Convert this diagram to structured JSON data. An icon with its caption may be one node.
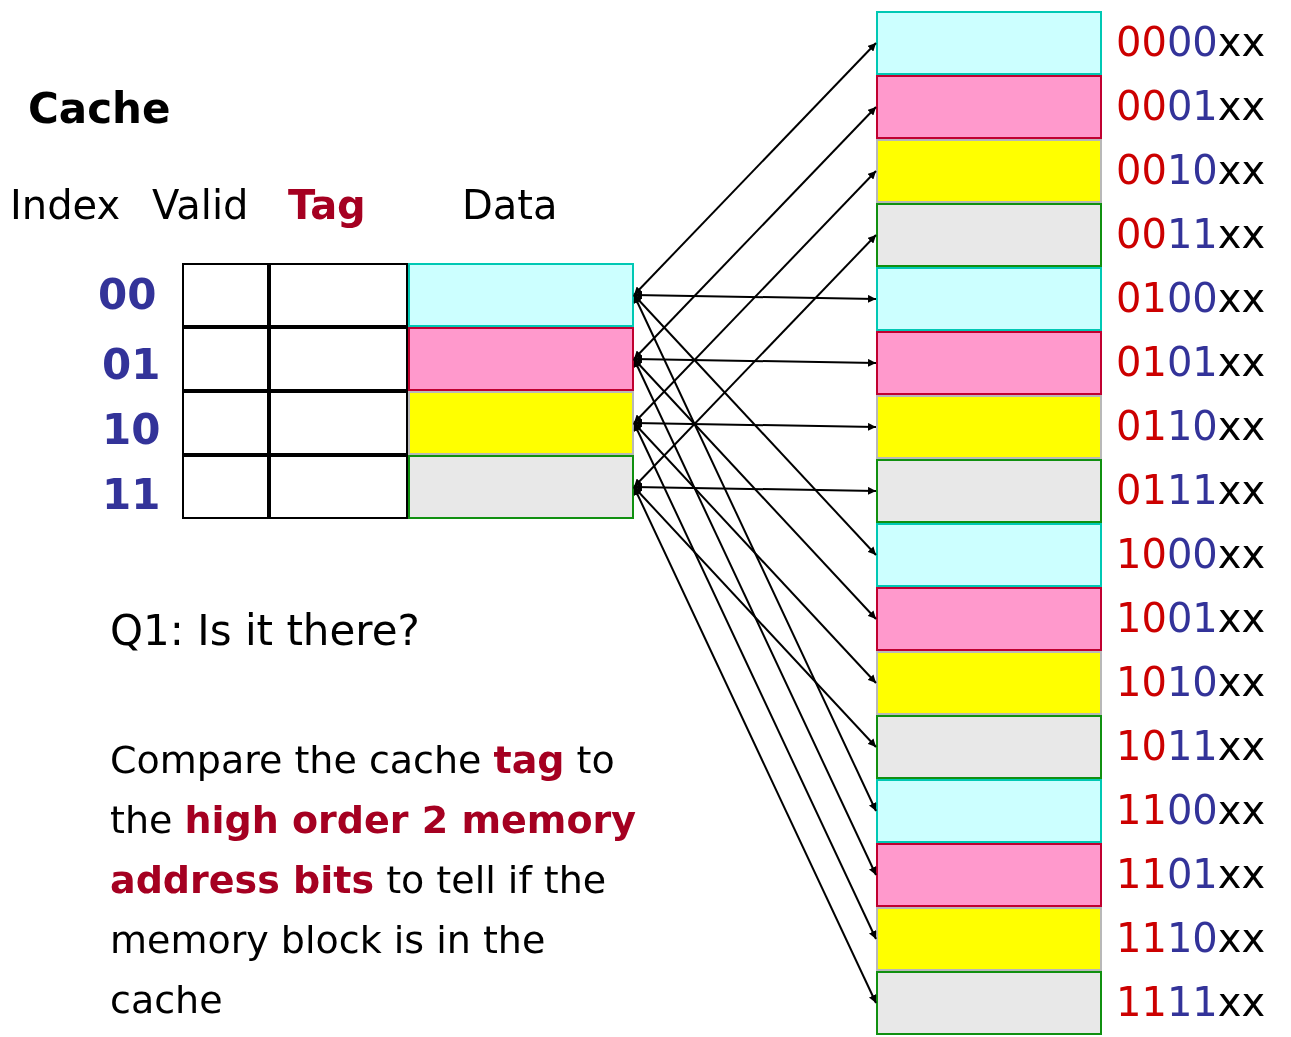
{
  "diagram": {
    "nodes": [
      {
        "text": [],
        "shape": "box"
      },
      {
        "text": [],
        "shape": "box"
      },
      {
        "text": [],
        "shape": "box"
      },
      {
        "text": [],
        "shape": "box"
      },
      {
        "text": [],
        "shape": "box"
      },
      {
        "text": [],
        "shape": "box"
      },
      {
        "text": [],
        "shape": "box"
      },
      {
        "text": [],
        "shape": "box"
      },
      {
        "text": [],
        "shape": "box"
      },
      {
        "text": [],
        "shape": "box"
      },
      {
        "text": [],
        "shape": "box"
      },
      {
        "text": [],
        "shape": "box"
      },
      {
        "text": [],
        "shape": "box",
        "beside": [
          "0000xx"
        ]
      },
      {
        "text": [],
        "shape": "box",
        "beside": [
          "0001xx"
        ]
      },
      {
        "text": [],
        "shape": "box",
        "beside": [
          "0010xx"
        ]
      },
      {
        "text": [],
        "shape": "box",
        "beside": [
          "0011xx"
        ]
      },
      {
        "text": [],
        "shape": "box",
        "beside": [
          "0100xx"
        ]
      },
      {
        "text": [],
        "shape": "box",
        "beside": [
          "0101xx"
        ]
      },
      {
        "text": [],
        "shape": "box",
        "beside": [
          "0110xx"
        ]
      },
      {
        "text": [],
        "shape": "box",
        "beside": [
          "0111xx"
        ]
      },
      {
        "text": [],
        "shape": "box",
        "beside": [
          "1000xx"
        ]
      },
      {
        "text": [],
        "shape": "box",
        "beside": [
          "1001xx"
        ]
      },
      {
        "text": [],
        "shape": "box",
        "beside": [
          "1010xx"
        ]
      },
      {
        "text": [],
        "shape": "box",
        "beside": [
          "1011xx"
        ]
      },
      {
        "text": [],
        "shape": "box",
        "beside": [
          "1100xx"
        ]
      },
      {
        "text": [],
        "shape": "box",
        "beside": [
          "1101xx"
        ]
      },
      {
        "text": [],
        "shape": "box",
        "beside": [
          "1110xx"
        ]
      },
      {
        "text": [],
        "shape": "box",
        "beside": [
          "1111xx"
        ]
      }
    ],
    "edges": [
      {
        "from": 2,
        "to": 12,
        "arrow": "both"
      },
      {
        "from": 5,
        "to": 13,
        "arrow": "both"
      },
      {
        "from": 8,
        "to": 14,
        "arrow": "both"
      },
      {
        "from": 11,
        "to": 15,
        "arrow": "both"
      },
      {
        "from": 2,
        "to": 16,
        "arrow": "both"
      },
      {
        "from": 5,
        "to": 17,
        "arrow": "both"
      },
      {
        "from": 8,
        "to": 18,
        "arrow": "both"
      },
      {
        "from": 11,
        "to": 19,
        "arrow": "both"
      },
      {
        "from": 2,
        "to": 20,
        "arrow": "both"
      },
      {
        "from": 5,
        "to": 21,
        "arrow": "both"
      },
      {
        "from": 8,
        "to": 22,
        "arrow": "both"
      },
      {
        "from": 11,
        "to": 23,
        "arrow": "both"
      },
      {
        "from": 2,
        "to": 24,
        "arrow": "both"
      },
      {
        "from": 5,
        "to": 25,
        "arrow": "both"
      },
      {
        "from": 8,
        "to": 26,
        "arrow": "both"
      },
      {
        "from": 11,
        "to": 27,
        "arrow": "both"
      }
    ],
    "labels": [
      "Cache",
      "Index",
      "Valid",
      "Tag",
      "Data",
      "00",
      "01",
      "10",
      "11",
      "Q1: Is it there?",
      "Compare the cache **tag** to the **high order 2 memory address bits** to tell if the memory block is in the cache"
    ]
  }
}
